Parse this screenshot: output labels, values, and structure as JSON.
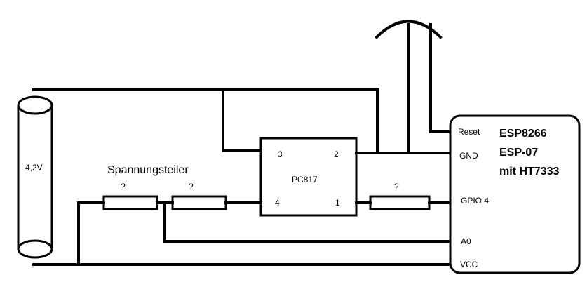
{
  "battery": {
    "label": "4,2V"
  },
  "divider": {
    "label": "Spannungsteiler",
    "r1_label": "?",
    "r2_label": "?"
  },
  "optocoupler": {
    "name": "PC817",
    "pins": {
      "p1": "1",
      "p2": "2",
      "p3": "3",
      "p4": "4"
    }
  },
  "series_resistor": {
    "label": "?"
  },
  "esp": {
    "title_lines": [
      "ESP8266",
      "ESP-07",
      "mit HT7333"
    ],
    "pins": {
      "reset": "Reset",
      "gnd": "GND",
      "gpio4": "GPIO 4",
      "a0": "A0",
      "vcc": "VCC"
    }
  }
}
